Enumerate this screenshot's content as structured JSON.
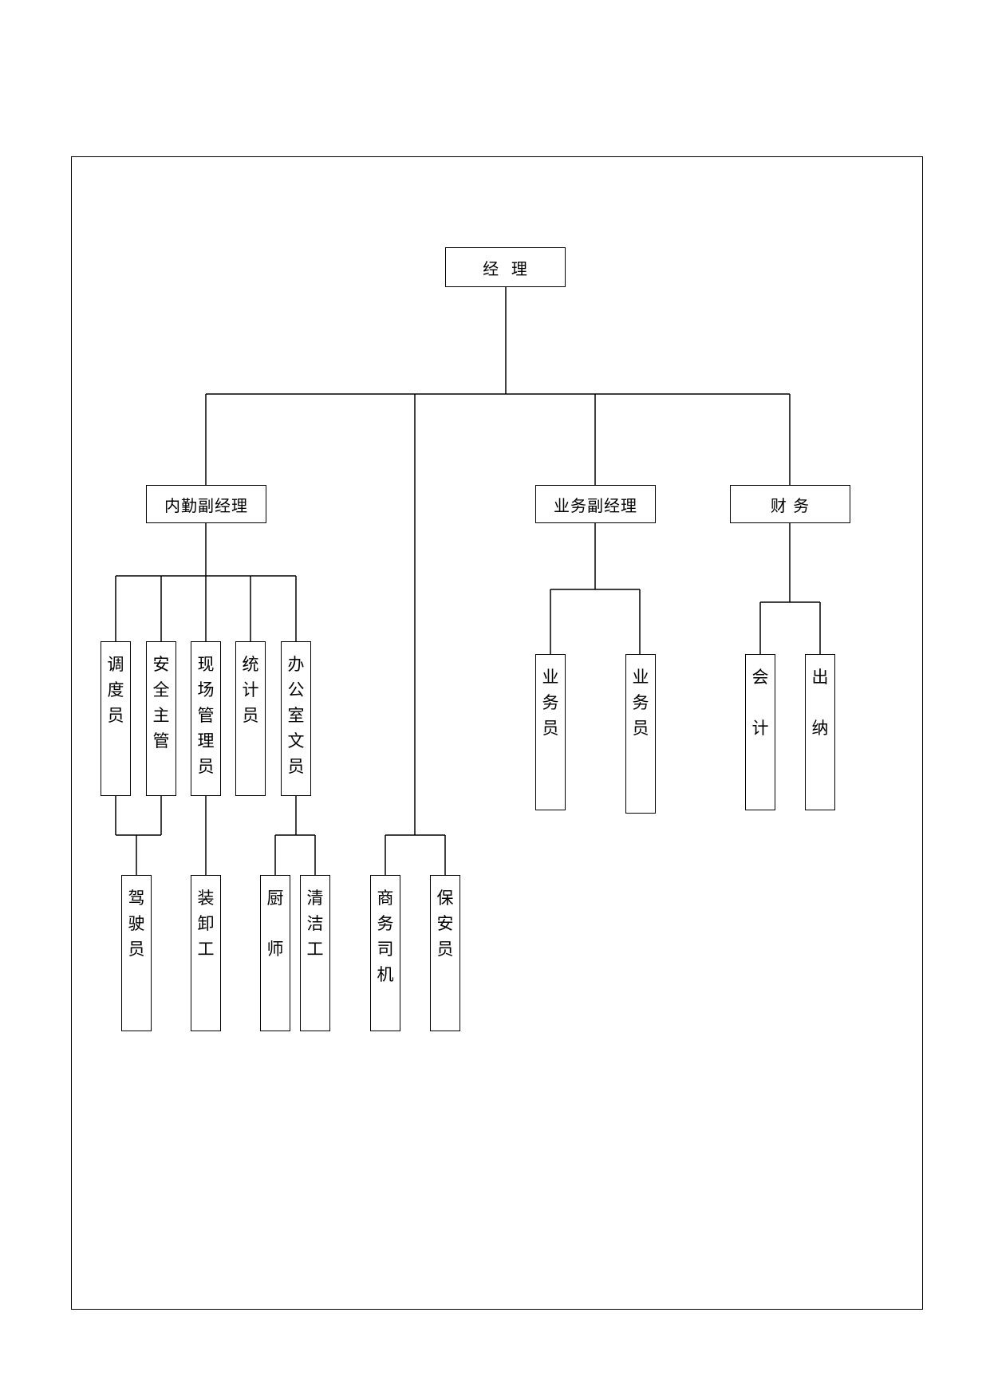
{
  "org": {
    "manager": "经  理",
    "deputy_internal": "内勤副经理",
    "deputy_business": "业务副经理",
    "finance": "财 务",
    "dispatcher": "调度员",
    "safety_supervisor": "安全主管",
    "site_manager": "现场管理员",
    "statistician": "统计员",
    "office_clerk": "办公室文员",
    "driver": "驾驶员",
    "loader": "装卸工",
    "cook": "厨师",
    "cleaner": "清洁工",
    "business_driver": "商务司机",
    "security_guard": "保安员",
    "salesperson_1": "业务员",
    "salesperson_2": "业务员",
    "accountant": "会计",
    "cashier": "出纳"
  }
}
